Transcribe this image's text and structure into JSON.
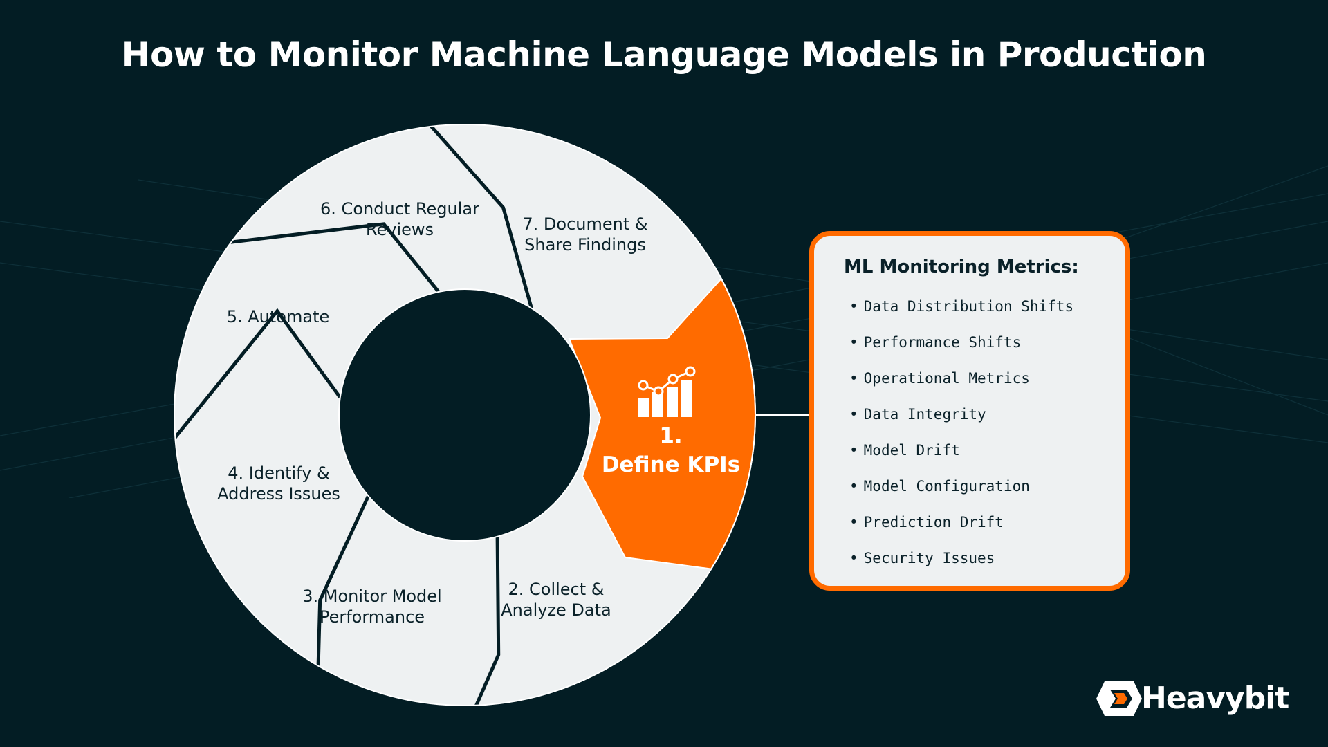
{
  "title": "How to Monitor Machine Language Models in Production",
  "colors": {
    "background": "#031d24",
    "accent": "#ff6b00",
    "segment_fill": "#eef1f2",
    "text_dark": "#0a2129"
  },
  "steps": [
    {
      "label_lines": [
        "1.",
        "Define KPIs"
      ],
      "highlighted": true,
      "icon": "chart-icon"
    },
    {
      "label_lines": [
        "2. Collect &",
        "Analyze Data"
      ]
    },
    {
      "label_lines": [
        "3. Monitor Model",
        "Performance"
      ]
    },
    {
      "label_lines": [
        "4. Identify &",
        "Address Issues"
      ]
    },
    {
      "label_lines": [
        "5. Automate"
      ]
    },
    {
      "label_lines": [
        "6. Conduct Regular",
        "Reviews"
      ]
    },
    {
      "label_lines": [
        "7. Document &",
        "Share Findings"
      ]
    }
  ],
  "metrics": {
    "title": "ML Monitoring Metrics:",
    "items": [
      "Data Distribution Shifts",
      "Performance Shifts",
      "Operational Metrics",
      "Data Integrity",
      "Model Drift",
      "Model Configuration",
      "Prediction Drift",
      "Security Issues"
    ]
  },
  "brand": {
    "name": "Heavybit",
    "icon": "heavybit-logo-icon"
  }
}
